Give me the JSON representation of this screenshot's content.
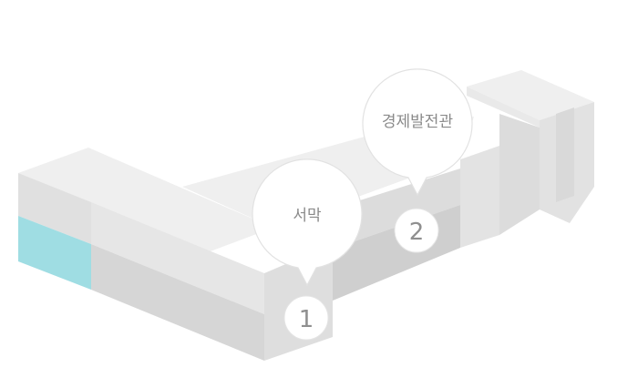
{
  "map": {
    "markers": [
      {
        "number": "1",
        "label": "서막"
      },
      {
        "number": "2",
        "label": "경제발전관"
      }
    ],
    "colors": {
      "highlight": "#9fdde3",
      "wall_light": "#e7e7e7",
      "wall_mid": "#dcdcdc",
      "wall_dark": "#cfcfcf",
      "roof": "#efefef",
      "bubble_fill": "#ffffff",
      "bubble_stroke": "#e2e2e2",
      "text": "#8a8a8a"
    }
  }
}
